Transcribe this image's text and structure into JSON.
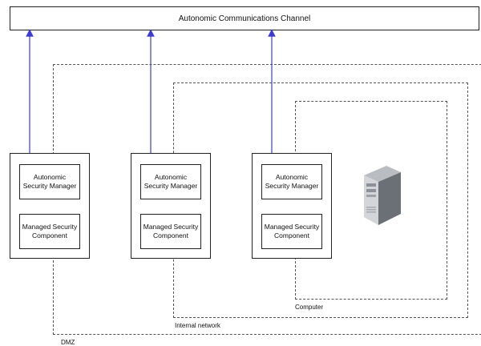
{
  "channel": {
    "label": "Autonomic Communications Channel"
  },
  "zones": {
    "dmz": "DMZ",
    "internal": "Internal network",
    "computer": "Computer"
  },
  "nodes": [
    {
      "manager": "Autonomic Security Manager",
      "component": "Managed Security Component"
    },
    {
      "manager": "Autonomic Security Manager",
      "component": "Managed Security Component"
    },
    {
      "manager": "Autonomic Security Manager",
      "component": "Managed Security Component"
    }
  ],
  "icons": {
    "server": "server-tower-icon"
  },
  "colors": {
    "arrow": "#3b3bd9",
    "border": "#222222",
    "zone_border": "#555555"
  }
}
